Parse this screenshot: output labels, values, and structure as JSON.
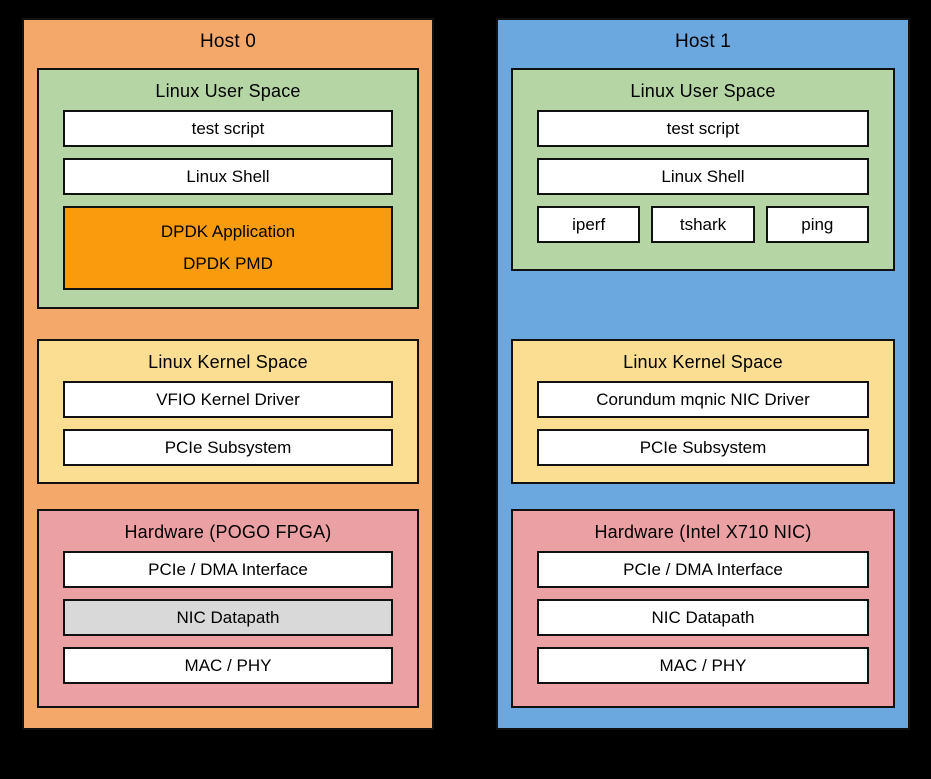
{
  "diagram": {
    "title": "Host 0 / Host 1 NIC test setup stack diagram",
    "colors": {
      "background": "#000000",
      "host0_panel": "#F4A96A",
      "host1_panel": "#6BA8E0",
      "user_space": "#B5D6A4",
      "kernel_space": "#FBDE92",
      "hardware": "#EBA0A4",
      "dpdk_highlight": "#F89B0C",
      "nic_datapath_highlight": "#D9D9D9",
      "box_fill": "#FFFFFF",
      "stroke": "#111111"
    }
  },
  "hosts": [
    {
      "id": "host0",
      "title": "Host 0",
      "sections": [
        {
          "id": "h0-user",
          "title": "Linux User Space",
          "boxes": [
            {
              "label": "test script",
              "style": "white"
            },
            {
              "label": "Linux Shell",
              "style": "white"
            }
          ],
          "tall_box": {
            "line1": "DPDK Application",
            "line2": "DPDK PMD",
            "style": "orange"
          }
        },
        {
          "id": "h0-kernel",
          "title": "Linux Kernel Space",
          "boxes": [
            {
              "label": "VFIO Kernel Driver",
              "style": "white"
            },
            {
              "label": "PCIe Subsystem",
              "style": "white"
            }
          ]
        },
        {
          "id": "h0-hw",
          "title": "Hardware (POGO FPGA)",
          "boxes": [
            {
              "label": "PCIe / DMA Interface",
              "style": "white"
            },
            {
              "label": "NIC Datapath",
              "style": "gray"
            },
            {
              "label": "MAC / PHY",
              "style": "white"
            }
          ]
        }
      ]
    },
    {
      "id": "host1",
      "title": "Host 1",
      "sections": [
        {
          "id": "h1-user",
          "title": "Linux User Space",
          "boxes": [
            {
              "label": "test script",
              "style": "white"
            },
            {
              "label": "Linux Shell",
              "style": "white"
            }
          ],
          "tool_row": [
            {
              "label": "iperf",
              "style": "white"
            },
            {
              "label": "tshark",
              "style": "white"
            },
            {
              "label": "ping",
              "style": "white"
            }
          ]
        },
        {
          "id": "h1-kernel",
          "title": "Linux Kernel Space",
          "boxes": [
            {
              "label": "Corundum mqnic NIC Driver",
              "style": "white"
            },
            {
              "label": "PCIe Subsystem",
              "style": "white"
            }
          ]
        },
        {
          "id": "h1-hw",
          "title": "Hardware (Intel X710 NIC)",
          "boxes": [
            {
              "label": "PCIe / DMA Interface",
              "style": "white"
            },
            {
              "label": "NIC Datapath",
              "style": "white"
            },
            {
              "label": "MAC / PHY",
              "style": "white"
            }
          ]
        }
      ]
    }
  ]
}
